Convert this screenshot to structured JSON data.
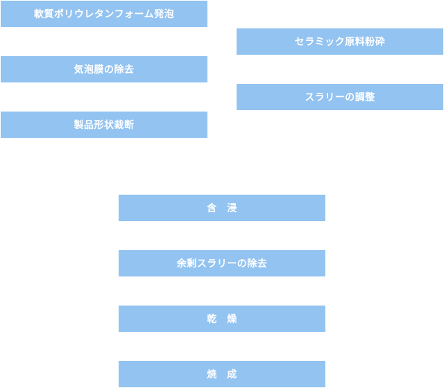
{
  "foam_branch": {
    "steps": [
      "軟質ポリウレタンフォーム発泡",
      "気泡膜の除去",
      "製品形状裁断"
    ]
  },
  "ceramic_branch": {
    "steps": [
      "セラミック原料粉砕",
      "スラリーの調整"
    ]
  },
  "main_flow": {
    "steps": [
      "含　浸",
      "余剰スラリーの除去",
      "乾　燥",
      "焼　成"
    ]
  },
  "colors": {
    "box_fill": "#93c3f0",
    "text": "#ffffff"
  }
}
